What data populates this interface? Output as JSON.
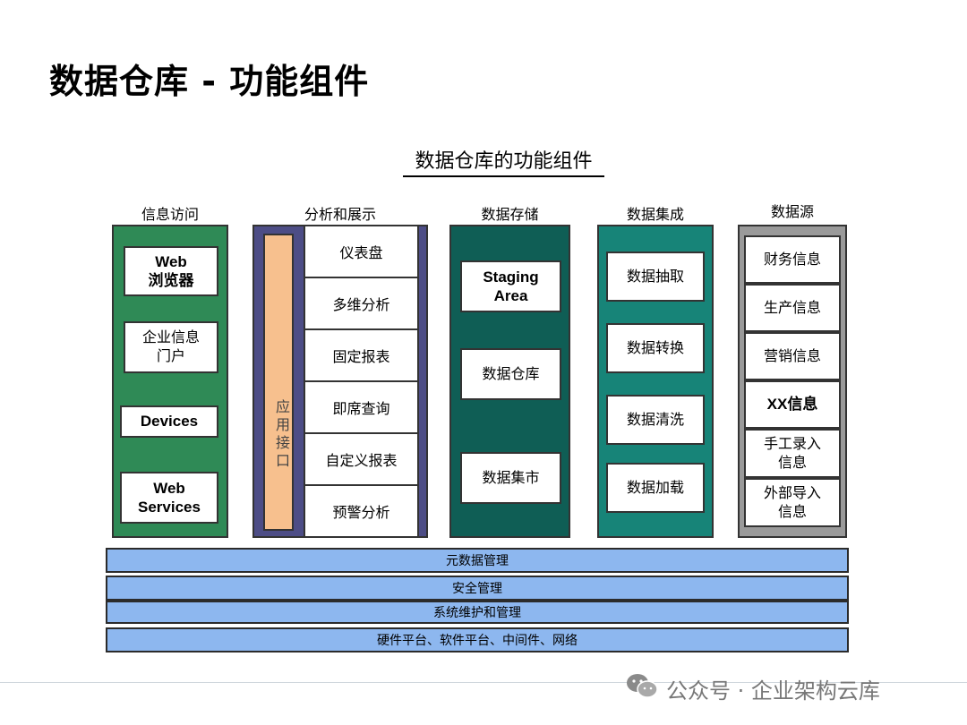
{
  "slide_title": "数据仓库 - 功能组件",
  "diagram_title": "数据仓库的功能组件",
  "columns": {
    "info_access": {
      "header": "信息访问",
      "items": [
        "Web\n浏览器",
        "企业信息\n门户",
        "Devices",
        "Web\nServices"
      ]
    },
    "analysis": {
      "header": "分析和展示",
      "side_label": "应用接口",
      "items": [
        "仪表盘",
        "多维分析",
        "固定报表",
        "即席查询",
        "自定义报表",
        "预警分析"
      ]
    },
    "storage": {
      "header": "数据存储",
      "items": [
        "Staging\nArea",
        "数据仓库",
        "数据集市"
      ]
    },
    "integration": {
      "header": "数据集成",
      "items": [
        "数据抽取",
        "数据转换",
        "数据清洗",
        "数据加载"
      ]
    },
    "sources": {
      "header": "数据源",
      "items": [
        "财务信息",
        "生产信息",
        "营销信息",
        "XX信息",
        "手工录入\n信息",
        "外部导入\n信息"
      ]
    }
  },
  "bars": [
    "元数据管理",
    "安全管理",
    "系统维护和管理",
    "硬件平台、软件平台、中间件、网络"
  ],
  "footer": "公众号 · 企业架构云库",
  "colors": {
    "info_access_bg": "#2f8a56",
    "analysis_frame": "#4d4d86",
    "app_interface_bg": "#f7c08e",
    "storage_bg": "#0f5e55",
    "integration_bg": "#178478",
    "sources_bg": "#9a9a9a",
    "bar_bg": "#8db7ef"
  }
}
